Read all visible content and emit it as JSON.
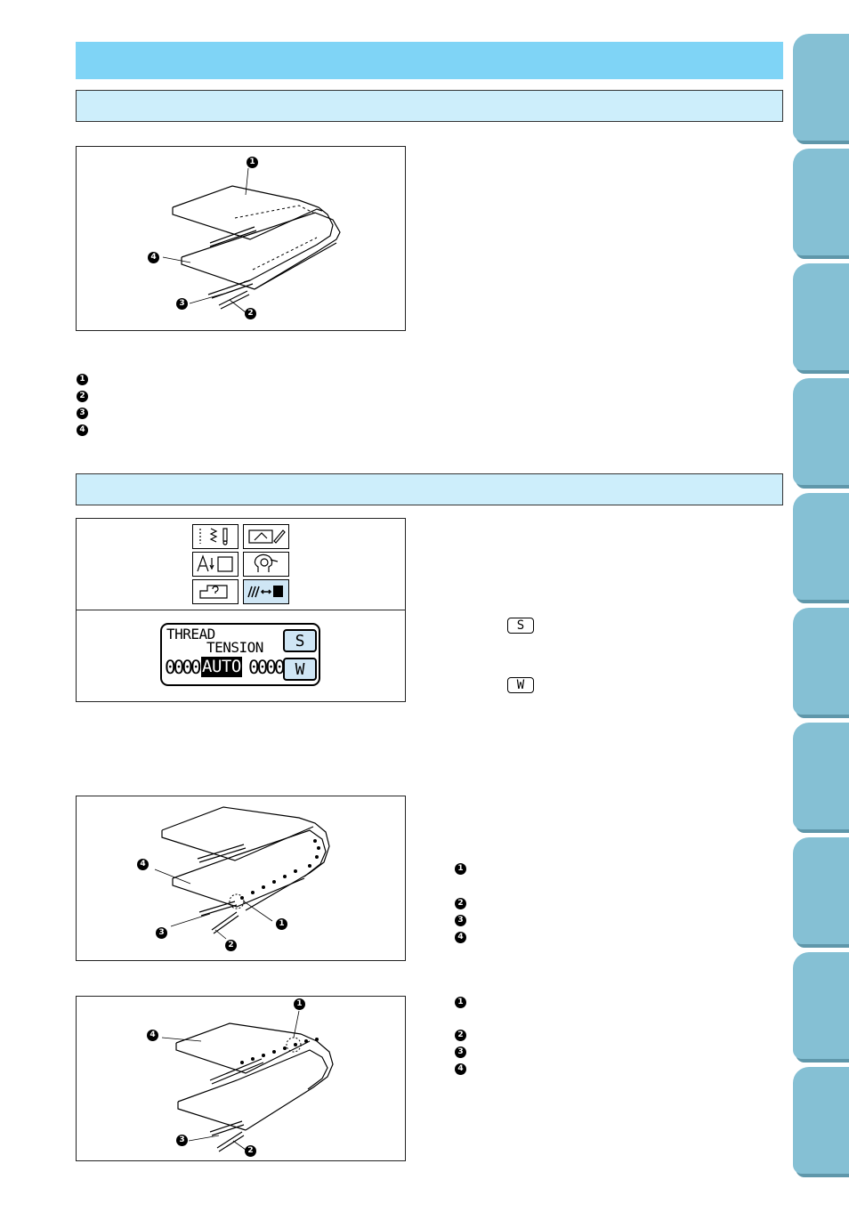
{
  "lcd": {
    "line1": "THREAD",
    "line2": "TENSION",
    "auto_label": "AUTO",
    "level_left": "0000",
    "level_right": "0000",
    "strong_button": "S",
    "weak_button": "W"
  },
  "keys": {
    "strong": "S",
    "weak": "W"
  },
  "markers": {
    "n1": "1",
    "n2": "2",
    "n3": "3",
    "n4": "4"
  },
  "colors": {
    "title_bar": "#7fd4f6",
    "sub_bar": "#cdeefb",
    "side_tab": "#85c0d4",
    "button_fill": "#cfe6f5"
  }
}
